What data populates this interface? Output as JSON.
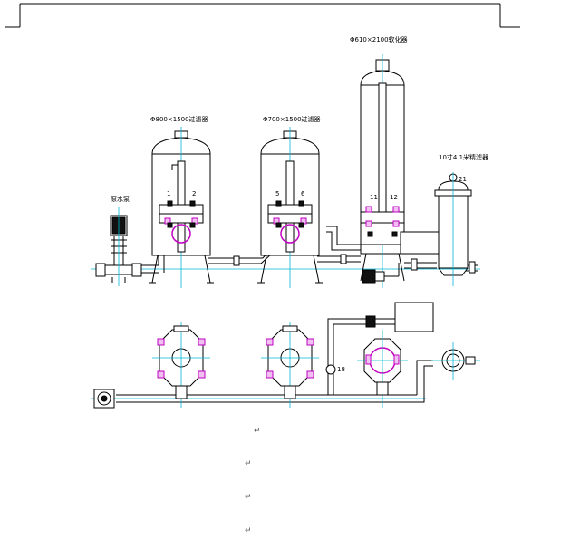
{
  "labels": {
    "tank1": "Φ800×1500过滤器",
    "tank2": "Φ700×1500过滤器",
    "tank3": "Φ610×2100软化器",
    "filter": "10寸4.1米精滤器",
    "pump": "原水泵"
  },
  "valves": {
    "t1a": "1",
    "t1b": "2",
    "t2a": "5",
    "t2b": "6",
    "t3a": "11",
    "t3b": "12",
    "p21": "21",
    "b18": "18"
  },
  "returns": [
    "↵",
    "↵",
    "↵",
    "↵"
  ],
  "colors": {
    "pipe": "#000000",
    "centerline": "#00b8d4",
    "valve": "#c000c0"
  },
  "icons": [
    "pump-icon",
    "valve-icon",
    "tank-icon",
    "filter-icon",
    "return-mark-icon"
  ]
}
